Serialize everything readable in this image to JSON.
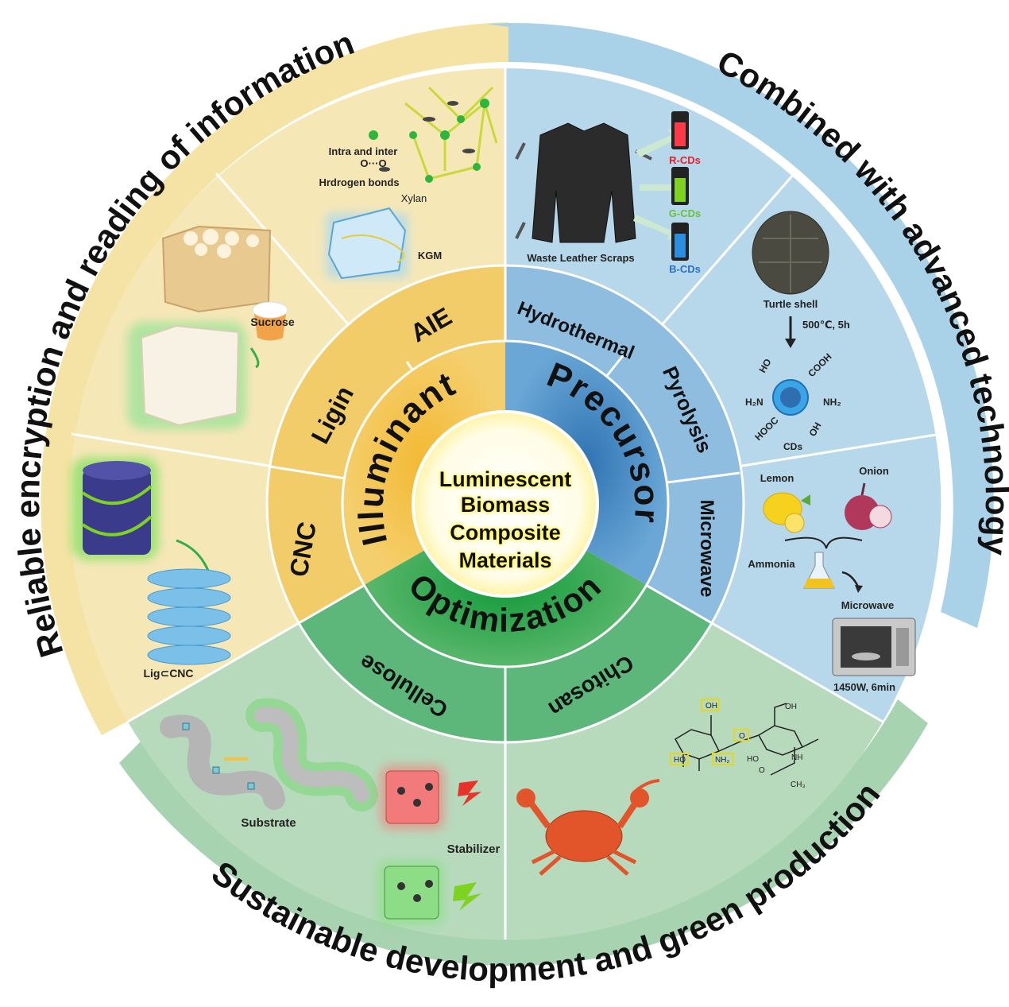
{
  "center": {
    "line1": "Luminescent",
    "line2": "Biomass",
    "line3": "Composite",
    "line4": "Materials"
  },
  "categories": {
    "illuminant": "Illuminant",
    "precursor": "Precursor",
    "optimization": "Optimization"
  },
  "methods": {
    "aie": "AIE",
    "ligin": "Ligin",
    "cnc": "CNC",
    "hydrothermal": "Hydrothermal",
    "pyrolysis": "Pyrolysis",
    "microwave": "Microwave",
    "cellulose": "Cellulose",
    "chitosan": "Chitosan"
  },
  "outer_ring": {
    "left": "Reliable encryption and reading of information",
    "right": "Combined with advanced technology",
    "bottom": "Sustainable development and green production"
  },
  "illustrations": {
    "aie": {
      "bonds_line1": "Intra and inter",
      "oo": "O···O",
      "bonds_line2": "Hrdrogen bonds",
      "xylan": "Xylan",
      "kgm": "KGM"
    },
    "ligin": {
      "sucrose": "Sucrose"
    },
    "cnc": {
      "lig_cnc": "Lig⊂CNC"
    },
    "hydrothermal": {
      "waste": "Waste Leather Scraps",
      "r_cds": "R-CDs",
      "g_cds": "G-CDs",
      "b_cds": "B-CDs"
    },
    "pyrolysis": {
      "turtle": "Turtle shell",
      "condition": "500℃, 5h",
      "ho": "HO",
      "cooh": "COOH",
      "h2n": "H₂N",
      "nh2": "NH₂",
      "hooc": "HOOC",
      "oh": "OH",
      "cds": "CDs"
    },
    "microwave": {
      "lemon": "Lemon",
      "onion": "Onion",
      "ammonia": "Ammonia",
      "microwave": "Microwave",
      "condition": "1450W, 6min"
    },
    "cellulose": {
      "substrate": "Substrate",
      "stabilizer": "Stabilizer"
    },
    "chitosan": {
      "oh1": "OH",
      "o1": "O",
      "ho": "HO",
      "nh2": "NH₂",
      "oh2": "OH",
      "ho2": "HO",
      "nh": "NH",
      "o2": "O",
      "ch3": "CH₃"
    }
  },
  "colors": {
    "yellow_sector": "#f6e7b6",
    "blue_sector": "#b4d6e8",
    "green_sector": "#b5d9bc",
    "r_cds": "#e8202a",
    "g_cds": "#6cc13a",
    "b_cds": "#2a6fc9"
  }
}
